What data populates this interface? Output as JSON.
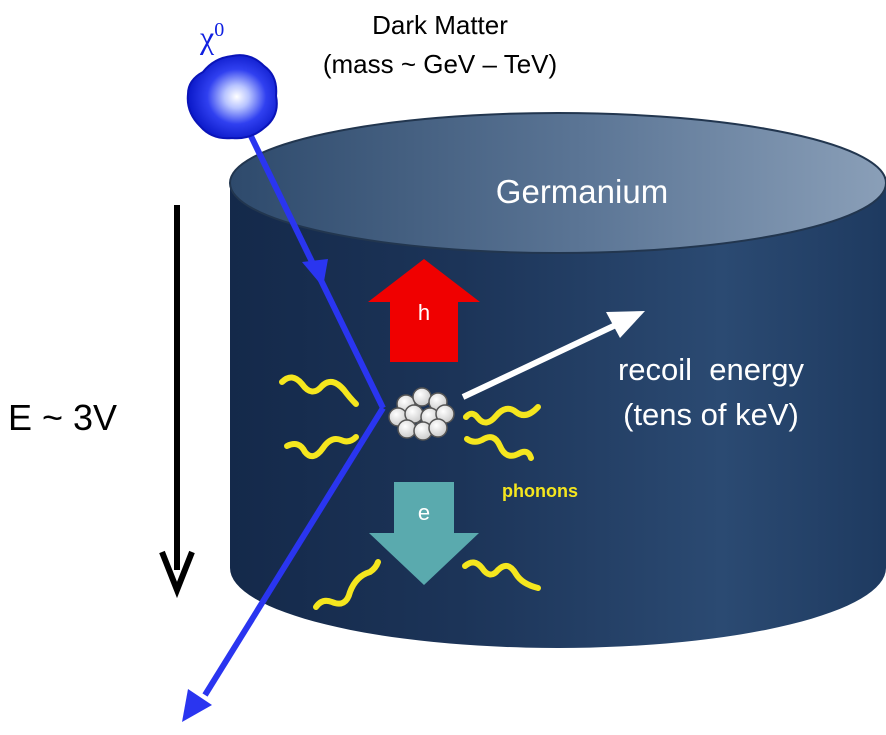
{
  "particle": {
    "symbol": "χ",
    "superscript": "0"
  },
  "dark_matter": {
    "title": "Dark Matter",
    "mass": "(mass ~ GeV – TeV)"
  },
  "detector": {
    "material": "Germanium"
  },
  "field": {
    "label": "E ~ 3V"
  },
  "carriers": {
    "hole": "h",
    "electron": "e"
  },
  "recoil": {
    "line1": "recoil  energy",
    "line2": "(tens of keV)"
  },
  "phonons": {
    "label": "phonons"
  },
  "colors": {
    "cylinder_dark": "#1a3152",
    "cylinder_mid": "#2a4a72",
    "cylinder_top_left": "#34506f",
    "cylinder_top_right": "#7c92ae",
    "track": "#2a35f0",
    "hole_arrow": "#f00000",
    "electron_arrow": "#5aaaae",
    "phonon": "#f5e61e",
    "recoil_arrow": "#ffffff",
    "text_dark": "#000000",
    "text_light": "#ffffff",
    "particle_blue": "#1020e0"
  }
}
